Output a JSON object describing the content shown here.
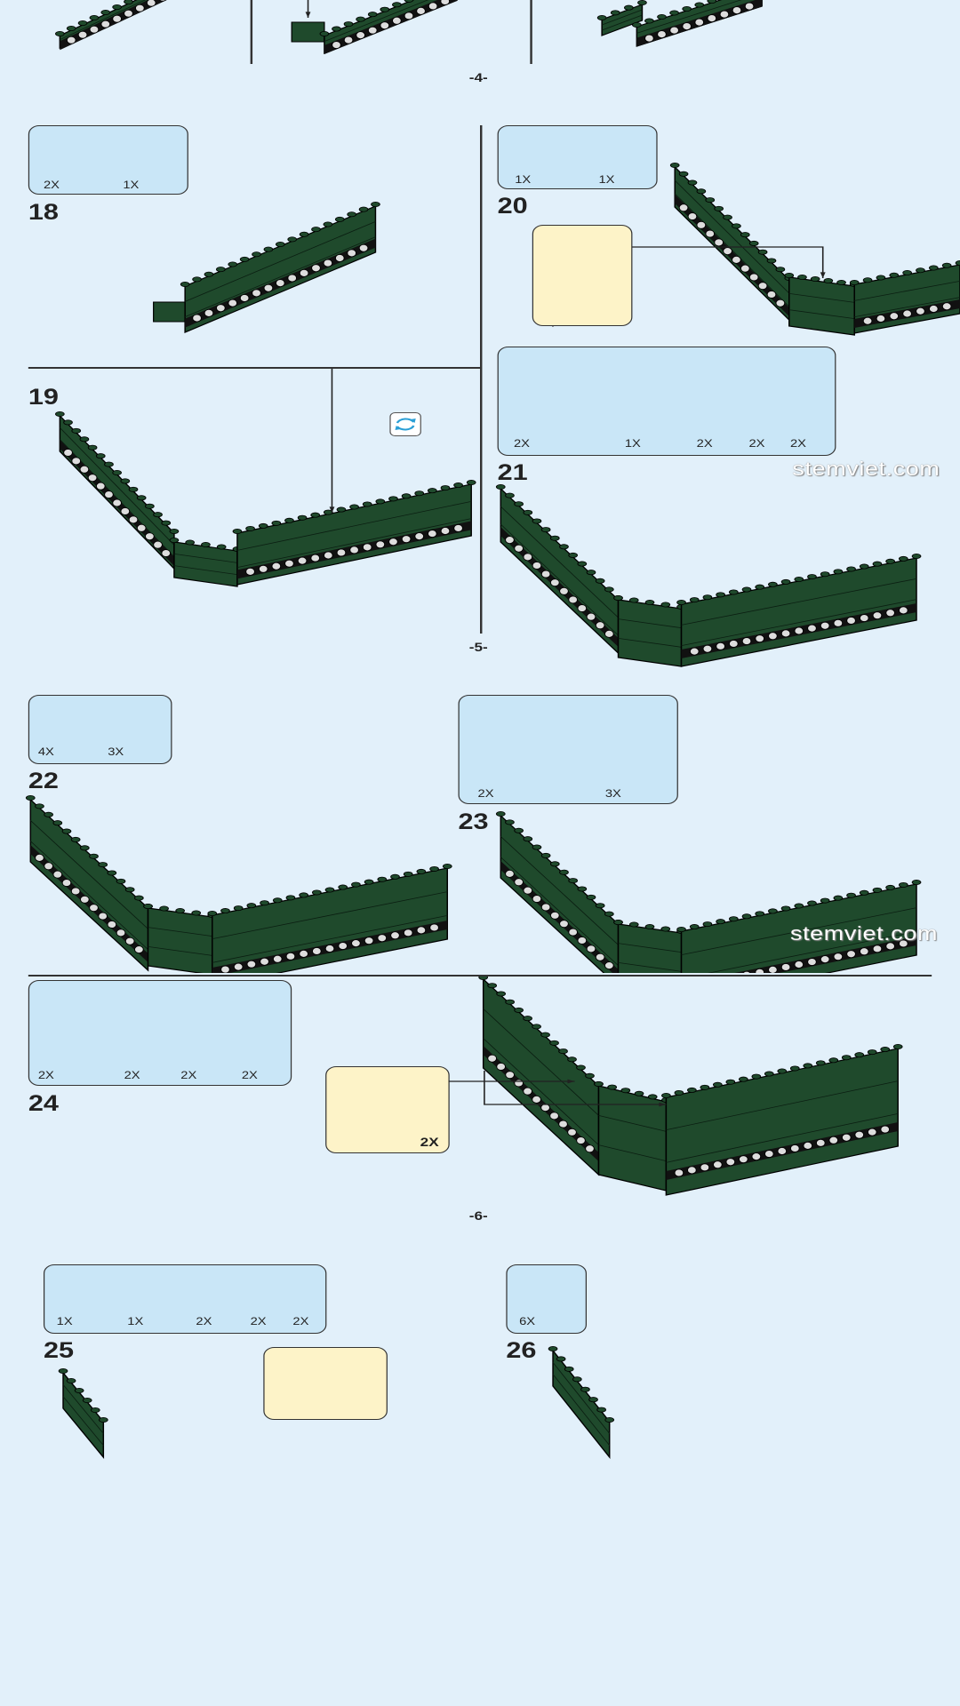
{
  "pages": [
    "-4-",
    "-5-",
    "-6-"
  ],
  "watermark": "stemviet.com",
  "steps": [
    {
      "number": "18",
      "parts": [
        "2X",
        "1X"
      ]
    },
    {
      "number": "19",
      "parts": []
    },
    {
      "number": "20",
      "parts": [
        "1X",
        "1X"
      ]
    },
    {
      "number": "21",
      "parts": [
        "2X",
        "1X",
        "2X",
        "2X",
        "2X"
      ]
    },
    {
      "number": "22",
      "parts": [
        "4X",
        "3X"
      ]
    },
    {
      "number": "23",
      "parts": [
        "2X",
        "3X"
      ]
    },
    {
      "number": "24",
      "parts": [
        "2X",
        "2X",
        "2X",
        "2X"
      ],
      "callout_qty": "2X"
    },
    {
      "number": "25",
      "parts": [
        "1X",
        "1X",
        "2X",
        "2X",
        "2X"
      ]
    },
    {
      "number": "26",
      "parts": [
        "6X"
      ]
    }
  ],
  "colors": {
    "background": "#e2f0fa",
    "parts_box": "#c9e6f7",
    "callout": "#fdf3c8",
    "brick": "#1f4a2c",
    "arrow": "#d40000"
  }
}
